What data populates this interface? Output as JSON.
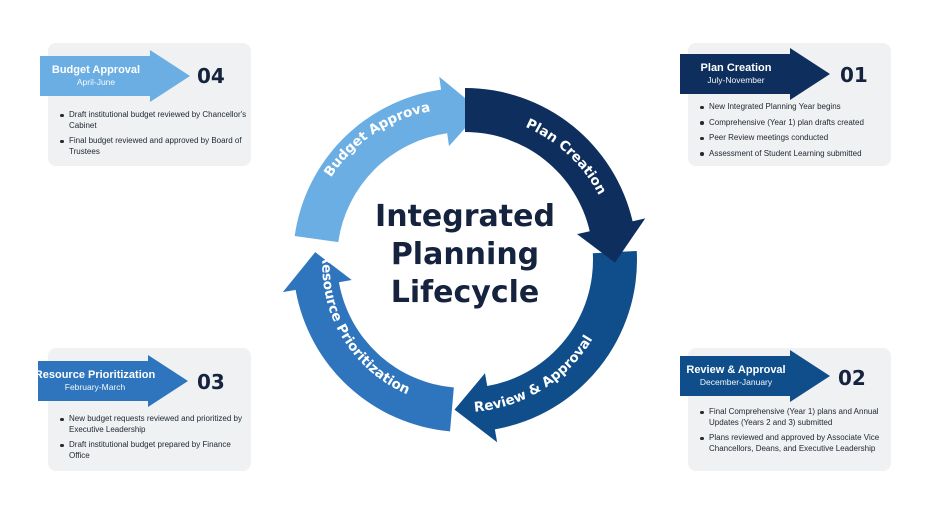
{
  "center_title": [
    "Integrated",
    "Planning",
    "Lifecycle"
  ],
  "colors": {
    "budget_approval": "#6aaee3",
    "plan_creation": "#0e2f5e",
    "review_approval": "#0f4e8a",
    "resource_prioritization": "#2f75bd",
    "card_bg": "#f0f1f3",
    "number_text": "#16233f"
  },
  "cycle_labels": {
    "budget_approval": "Budget Approval",
    "plan_creation": "Plan Creation",
    "review_approval": "Review & Approval",
    "resource_prioritization": "Resource Prioritization"
  },
  "stages": {
    "plan_creation": {
      "title": "Plan Creation",
      "dates": "July-November",
      "number": "01",
      "bullets": [
        "New Integrated Planning Year begins",
        "Comprehensive (Year 1) plan drafts created",
        "Peer Review meetings conducted",
        "Assessment of Student Learning submitted"
      ]
    },
    "review_approval": {
      "title": "Review & Approval",
      "dates": "December-January",
      "number": "02",
      "bullets": [
        "Final Comprehensive (Year 1) plans and Annual Updates (Years 2 and 3) submitted",
        "Plans reviewed and approved by Associate Vice Chancellors, Deans, and Executive Leadership"
      ]
    },
    "resource_prioritization": {
      "title": "Resource Prioritization",
      "dates": "February-March",
      "number": "03",
      "bullets": [
        "New budget requests reviewed and prioritized by Executive Leadership",
        "Draft institutional budget prepared by Finance Office"
      ]
    },
    "budget_approval": {
      "title": "Budget Approval",
      "dates": "April-June",
      "number": "04",
      "bullets": [
        "Draft institutional budget reviewed by Chancellor's Cabinet",
        "Final budget reviewed and approved by Board of Trustees"
      ]
    }
  }
}
